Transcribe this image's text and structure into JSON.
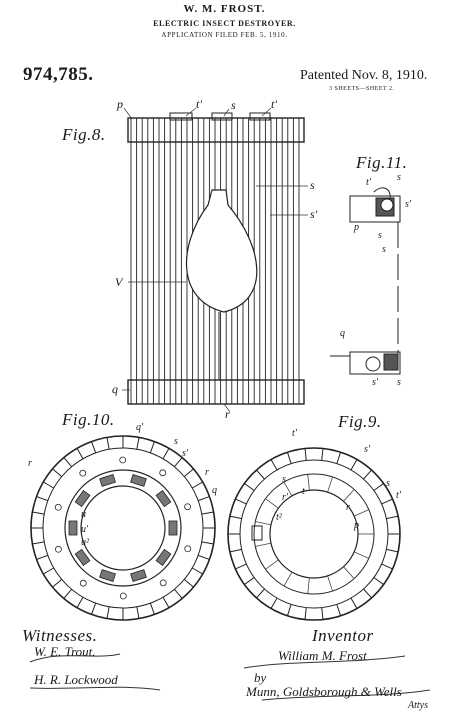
{
  "header": {
    "inventor_name": "W. M. FROST.",
    "invention_title": "ELECTRIC INSECT DESTROYER.",
    "application_filed": "APPLICATION FILED FEB. 5, 1910.",
    "patent_number": "974,785.",
    "patented_date": "Patented Nov. 8, 1910.",
    "sheets": "3 SHEETS—SHEET 2."
  },
  "figures": {
    "fig8": "Fig.8.",
    "fig9": "Fig.9.",
    "fig10": "Fig.10.",
    "fig11": "Fig.11."
  },
  "labels": {
    "fig8": {
      "p": "p",
      "t1": "t'",
      "s": "s",
      "t2": "t'",
      "s_right": "s",
      "s_prime": "s'",
      "v": "V",
      "q": "q",
      "r": "r"
    },
    "fig10": {
      "q_prime": "q'",
      "s": "s",
      "s_prime": "s'",
      "r_left": "r",
      "r_right": "r",
      "q": "q",
      "u": "u",
      "u_prime": "u'",
      "u2": "u²"
    },
    "fig9": {
      "t_prime": "t'",
      "s_prime": "s'",
      "s": "s",
      "t_prime_right": "t'",
      "s_inner": "s",
      "r_left": "r'",
      "t": "t",
      "t2": "t²",
      "r": "r",
      "p": "p"
    },
    "fig11": {
      "t_prime": "t'",
      "s_top": "s",
      "s_prime_top": "s'",
      "p": "p",
      "s_mid": "s",
      "s_lower": "s",
      "q": "q",
      "s_prime_bottom": "s'",
      "s_bottom": "s"
    }
  },
  "signatures": {
    "witnesses_label": "Witnesses.",
    "witness_1": "W. E. Trout.",
    "witness_2": "H. R. Lockwood",
    "inventor_label": "Inventor",
    "inventor": "William M. Frost",
    "by": "by",
    "attorneys": "Munn, Goldsborough & Wells",
    "attys": "Attys"
  }
}
